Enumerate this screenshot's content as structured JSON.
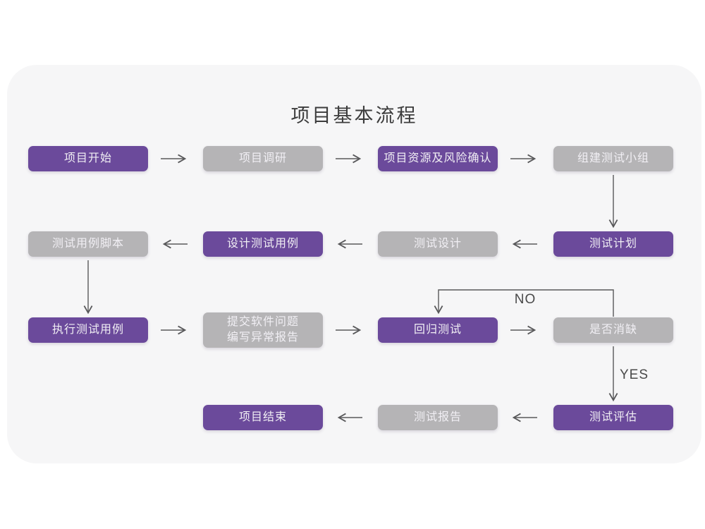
{
  "title": "项目基本流程",
  "colors": {
    "page_bg": "#ffffff",
    "panel_bg": "#f6f6f7",
    "purple": "#6b4a9b",
    "gray": "#b5b4b6",
    "box_text": "#f1eff4",
    "title_text": "#3c3c3c",
    "label_text": "#4a4a4a",
    "arrow": "#58585a"
  },
  "branch_labels": {
    "no": "NO",
    "yes": "YES"
  },
  "nodes": [
    {
      "label": "项目开始",
      "style": "purple"
    },
    {
      "label": "项目调研",
      "style": "gray"
    },
    {
      "label": "项目资源及风险确认",
      "style": "purple"
    },
    {
      "label": "组建测试小组",
      "style": "gray"
    },
    {
      "label": "测试用例脚本",
      "style": "gray"
    },
    {
      "label": "设计测试用例",
      "style": "purple"
    },
    {
      "label": "测试设计",
      "style": "gray"
    },
    {
      "label": "测试计划",
      "style": "purple"
    },
    {
      "label": "执行测试用例",
      "style": "purple"
    },
    {
      "label": "提交软件问题\n编写异常报告",
      "style": "gray"
    },
    {
      "label": "回归测试",
      "style": "purple"
    },
    {
      "label": "是否消缺",
      "style": "gray"
    },
    {
      "label": "项目结束",
      "style": "purple"
    },
    {
      "label": "测试报告",
      "style": "gray"
    },
    {
      "label": "测试评估",
      "style": "purple"
    }
  ]
}
